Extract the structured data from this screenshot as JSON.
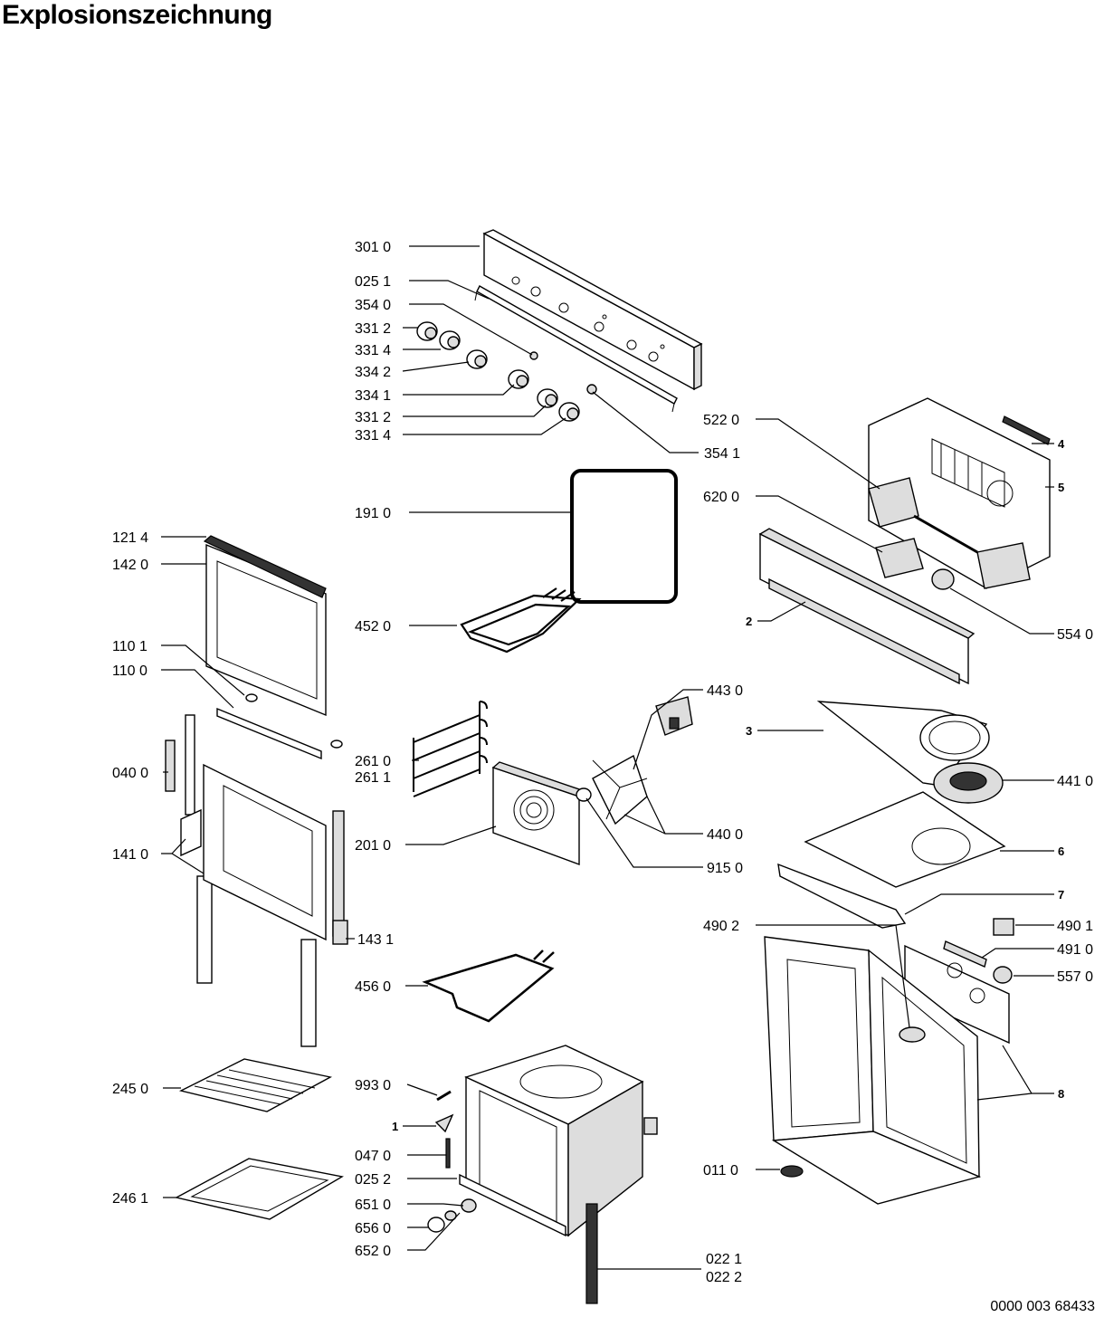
{
  "title": "Explosionszeichnung",
  "document_number": "0000 003 68433",
  "labels": {
    "p3010": "301 0",
    "p0251": "025 1",
    "p3540": "354 0",
    "p3312a": "331 2",
    "p3314a": "331 4",
    "p3342": "334 2",
    "p3341": "334 1",
    "p3312b": "331 2",
    "p3314b": "331 4",
    "p3541": "354 1",
    "p5220": "522 0",
    "p4": "4",
    "p5": "5",
    "p6200": "620 0",
    "p2": "2",
    "p5540": "554 0",
    "p1910": "191 0",
    "p1214": "121 4",
    "p1420": "142 0",
    "p4520": "452 0",
    "p1101": "110 1",
    "p1100": "110 0",
    "p4430": "443 0",
    "p3": "3",
    "p2610": "261 0",
    "p2611": "261 1",
    "p0400": "040 0",
    "p4410": "441 0",
    "p4400": "440 0",
    "p1410": "141 0",
    "p2010": "201 0",
    "p6": "6",
    "p9150": "915 0",
    "p7": "7",
    "p1431": "143 1",
    "p4901": "490 1",
    "p4902": "490 2",
    "p4910": "491 0",
    "p4560": "456 0",
    "p5570": "557 0",
    "p2450": "245 0",
    "p9930": "993 0",
    "p8": "8",
    "p1": "1",
    "p0470": "047 0",
    "p0252": "025 2",
    "p0110": "011 0",
    "p2461": "246 1",
    "p6510": "651 0",
    "p6560": "656 0",
    "p6520": "652 0",
    "p0221": "022 1",
    "p0222": "022 2"
  }
}
